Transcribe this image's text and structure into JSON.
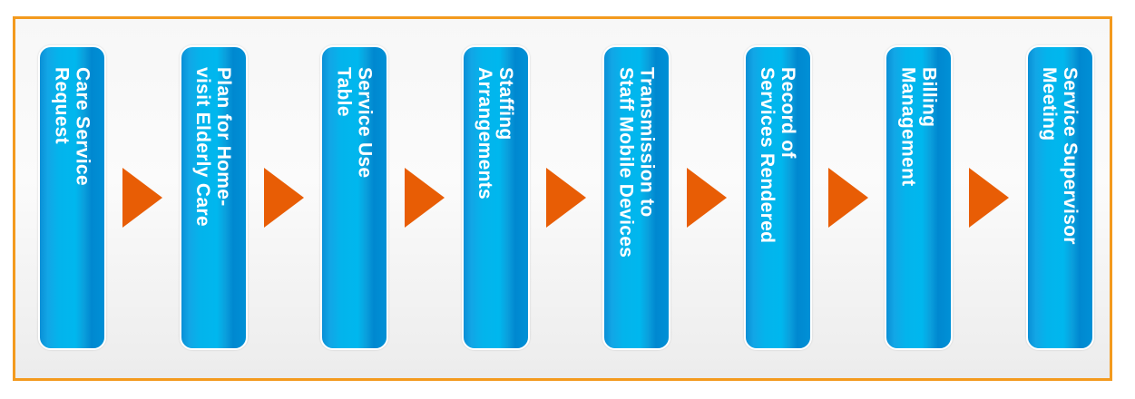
{
  "diagram": {
    "type": "process-flow",
    "direction": "left-to-right",
    "colors": {
      "frame_border": "#f39a1e",
      "step_fill": "#00b7ee",
      "step_text": "#ffffff",
      "arrow": "#e85d05"
    },
    "steps": [
      {
        "label": "Care Service\nRequest"
      },
      {
        "label": "Plan for Home-\nvisit Elderly Care"
      },
      {
        "label": "Service Use\nTable"
      },
      {
        "label": "Staffing\nArrangements"
      },
      {
        "label": "Transmission to\nStaff Mobile Devices"
      },
      {
        "label": "Record of\nServices Rendered"
      },
      {
        "label": "Billing\nManagement"
      },
      {
        "label": "Service Supervisor\nMeeting"
      }
    ],
    "arrow_icon": "triangle-right-icon"
  }
}
